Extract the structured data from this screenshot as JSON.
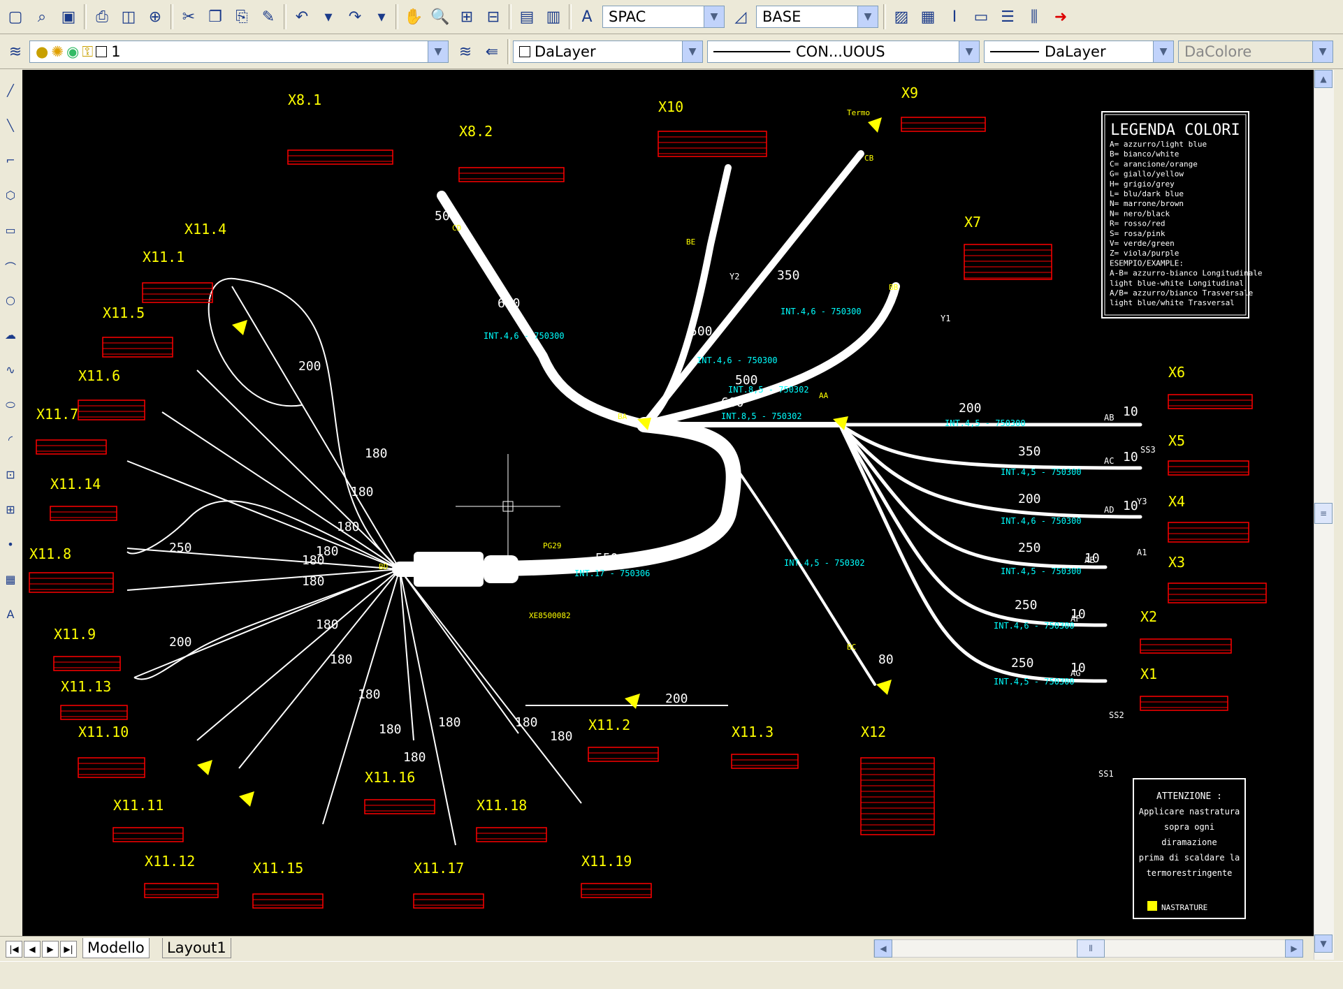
{
  "toolbar": {
    "textstyle_value": "SPAC",
    "dimstyle_value": "BASE"
  },
  "layers": {
    "current_layer": "1",
    "layer_combo": "DaLayer",
    "linetype_combo": "CON...UOUS",
    "lineweight_combo": "DaLayer",
    "color_combo": "DaColore"
  },
  "tabs": {
    "model": "Modello",
    "layout1": "Layout1"
  },
  "drawing": {
    "legend": {
      "title": "LEGENDA COLORI",
      "lines": [
        "A= azzurro/light blue",
        "B= bianco/white",
        "C= arancione/orange",
        "G= giallo/yellow",
        "H= grigio/grey",
        "L= blu/dark blue",
        "N= marrone/brown",
        "N= nero/black",
        "R= rosso/red",
        "S= rosa/pink",
        "V= verde/green",
        "Z= viola/purple",
        "ESEMPIO/EXAMPLE:",
        "A-B= azzurro-bianco Longitudinale",
        "light blue-white Longitudinal",
        "A/B= azzurro/bianco Trasversale",
        "light blue/white Trasversal"
      ]
    },
    "warning": {
      "title": "ATTENZIONE :",
      "lines": [
        "Applicare nastratura",
        "sopra ogni",
        "diramazione",
        "prima di scaldare la",
        "termorestringente"
      ],
      "key": "NASTRATURE"
    },
    "connector_labels": [
      "X8.1",
      "X8.2",
      "X10",
      "X9",
      "X7",
      "X6",
      "X5",
      "X4",
      "X3",
      "X2",
      "X1",
      "X11.4",
      "X11.1",
      "X11.5",
      "X11.6",
      "X11.7",
      "X11.14",
      "X11.8",
      "X11.9",
      "X11.13",
      "X11.10",
      "X11.11",
      "X11.12",
      "X11.15",
      "X11.16",
      "X11.17",
      "X11.18",
      "X11.19",
      "X11.2",
      "X11.3",
      "X12"
    ],
    "node_labels": [
      "BA",
      "AA",
      "BD",
      "BE",
      "BB",
      "BC",
      "CB",
      "CD",
      "PG29",
      "XE8500082",
      "Termo"
    ],
    "length_labels": [
      "600",
      "500",
      "350",
      "500",
      "600",
      "200",
      "350",
      "200",
      "250",
      "250",
      "250",
      "550",
      "200",
      "180",
      "180",
      "180",
      "180",
      "250",
      "180",
      "180",
      "180",
      "180",
      "180",
      "180",
      "180",
      "180",
      "180",
      "180",
      "200",
      "200",
      "80",
      "10",
      "10",
      "10",
      "10",
      "10",
      "10",
      "50"
    ],
    "sleeve_labels": [
      "INT.4,6 - 750300",
      "INT.4,6 - 750300",
      "INT.4,6 - 750300",
      "INT.8,5 - 750302",
      "INT.8,5 - 750302",
      "INT.4,5 - 750300",
      "INT.4,5 - 750300",
      "INT.4,6 - 750300",
      "INT.4,5 - 750300",
      "INT.4,6 - 750300",
      "INT.4,5 - 750300",
      "INT.17 - 750306",
      "INT.4,5 - 750302"
    ],
    "pin_labels": [
      "AB",
      "AC",
      "AD",
      "AE",
      "AF",
      "AG",
      "SS3",
      "Y3",
      "A1",
      "SS2",
      "SS1",
      "Y2",
      "Y1"
    ]
  }
}
